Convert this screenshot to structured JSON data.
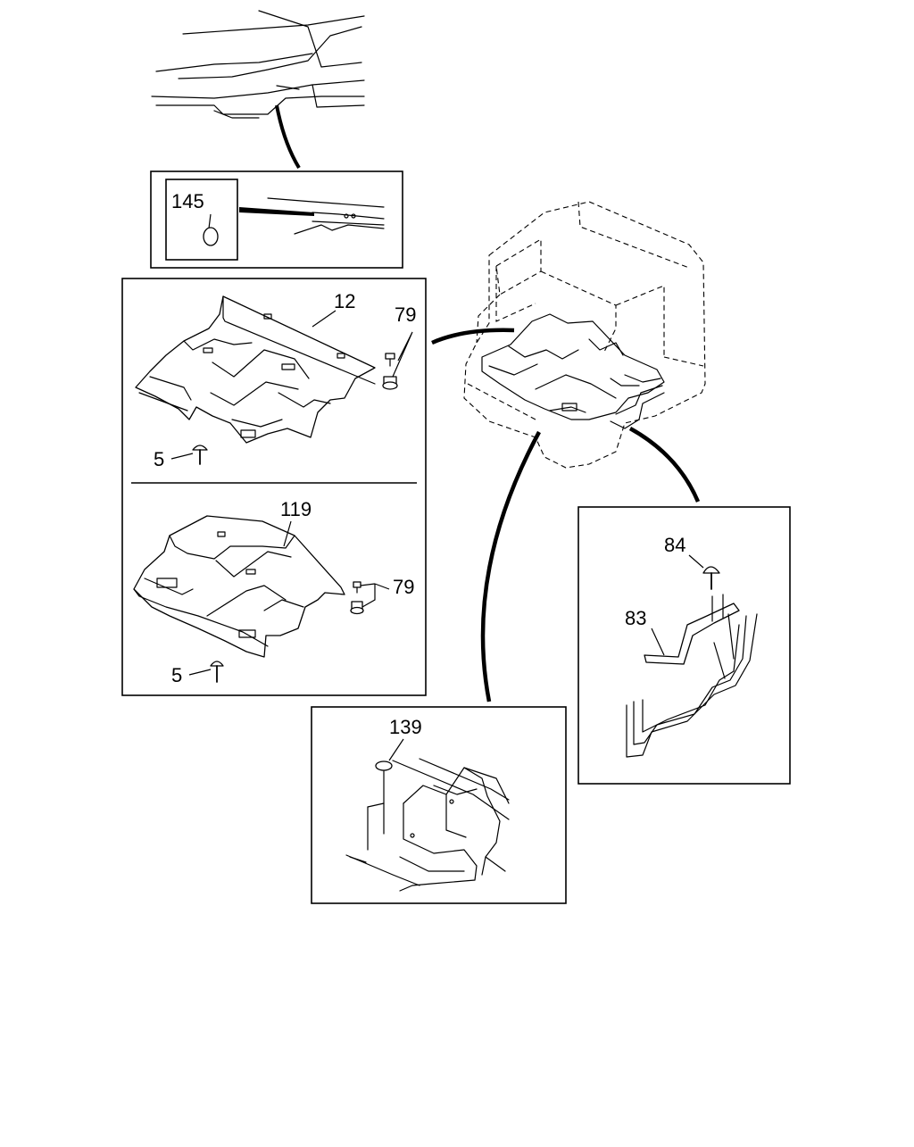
{
  "diagram": {
    "callouts": {
      "c145": "145",
      "c12": "12",
      "c79a": "79",
      "c5a": "5",
      "c119": "119",
      "c79b": "79",
      "c5b": "5",
      "c84": "84",
      "c83": "83",
      "c139": "139"
    }
  }
}
